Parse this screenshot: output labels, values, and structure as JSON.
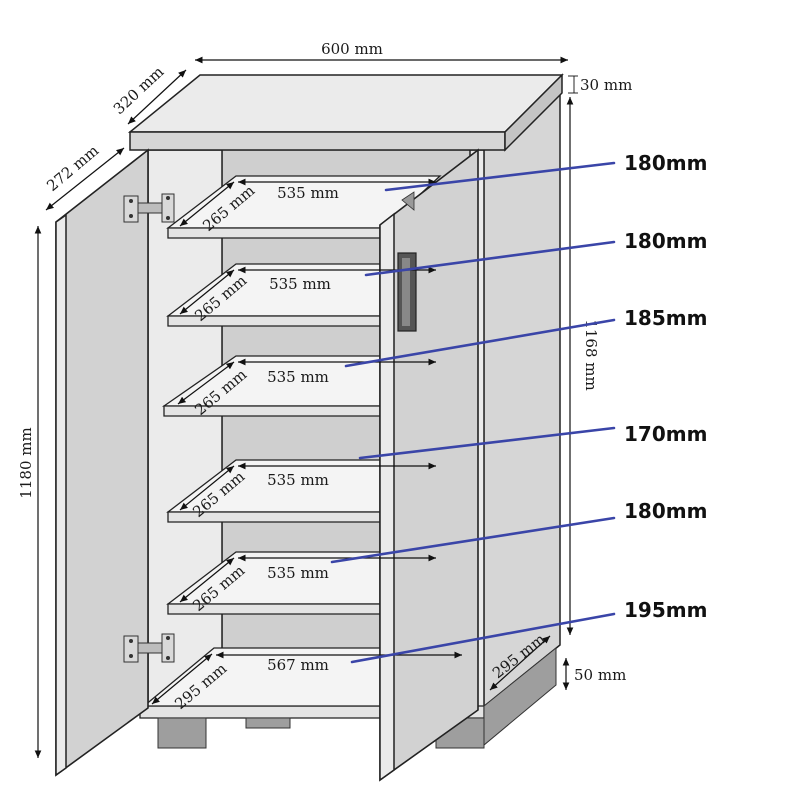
{
  "dimensions": {
    "width": "600 mm",
    "depth_top": "320 mm",
    "top_thickness": "30 mm",
    "door_depth": "272 mm",
    "total_height": "1180 mm",
    "inner_height": "1168 mm",
    "plinth_height": "50 mm",
    "plinth_depth": "295 mm"
  },
  "shelves": [
    {
      "width": "535 mm",
      "depth": "265 mm"
    },
    {
      "width": "535 mm",
      "depth": "265 mm"
    },
    {
      "width": "535 mm",
      "depth": "265 mm"
    },
    {
      "width": "535 mm",
      "depth": "265 mm"
    },
    {
      "width": "535 mm",
      "depth": "265 mm"
    },
    {
      "width": "567 mm",
      "depth": "295 mm"
    }
  ],
  "compartments": [
    "180mm",
    "180mm",
    "185mm",
    "170mm",
    "180mm",
    "195mm"
  ],
  "colors": {
    "callout_line": "#3a45a8"
  }
}
